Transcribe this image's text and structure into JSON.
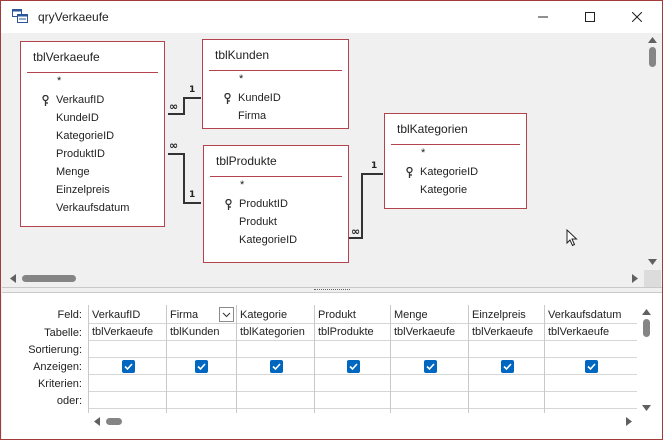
{
  "window": {
    "title": "qryVerkaeufe"
  },
  "tables": {
    "verkaeufe": {
      "name": "tblVerkaeufe",
      "fields": [
        "*",
        "VerkaufID",
        "KundeID",
        "KategorieID",
        "ProduktID",
        "Menge",
        "Einzelpreis",
        "Verkaufsdatum"
      ]
    },
    "kunden": {
      "name": "tblKunden",
      "fields": [
        "*",
        "KundeID",
        "Firma"
      ]
    },
    "produkte": {
      "name": "tblProdukte",
      "fields": [
        "*",
        "ProduktID",
        "Produkt",
        "KategorieID"
      ]
    },
    "kategorien": {
      "name": "tblKategorien",
      "fields": [
        "*",
        "KategorieID",
        "Kategorie"
      ]
    }
  },
  "relations": {
    "one": "1",
    "many": "∞"
  },
  "grid": {
    "row_labels": [
      "Feld:",
      "Tabelle:",
      "Sortierung:",
      "Anzeigen:",
      "Kriterien:",
      "oder:"
    ],
    "columns": [
      {
        "field": "VerkaufID",
        "table": "tblVerkaeufe",
        "show": true
      },
      {
        "field": "Firma",
        "table": "tblKunden",
        "show": true
      },
      {
        "field": "Kategorie",
        "table": "tblKategorien",
        "show": true
      },
      {
        "field": "Produkt",
        "table": "tblProdukte",
        "show": true
      },
      {
        "field": "Menge",
        "table": "tblVerkaeufe",
        "show": true
      },
      {
        "field": "Einzelpreis",
        "table": "tblVerkaeufe",
        "show": true
      },
      {
        "field": "Verkaufsdatum",
        "table": "tblVerkaeufe",
        "show": true
      }
    ]
  },
  "colors": {
    "table_border": "#b3434c",
    "checkbox": "#0067c0",
    "window_border": "#a33b3b"
  }
}
